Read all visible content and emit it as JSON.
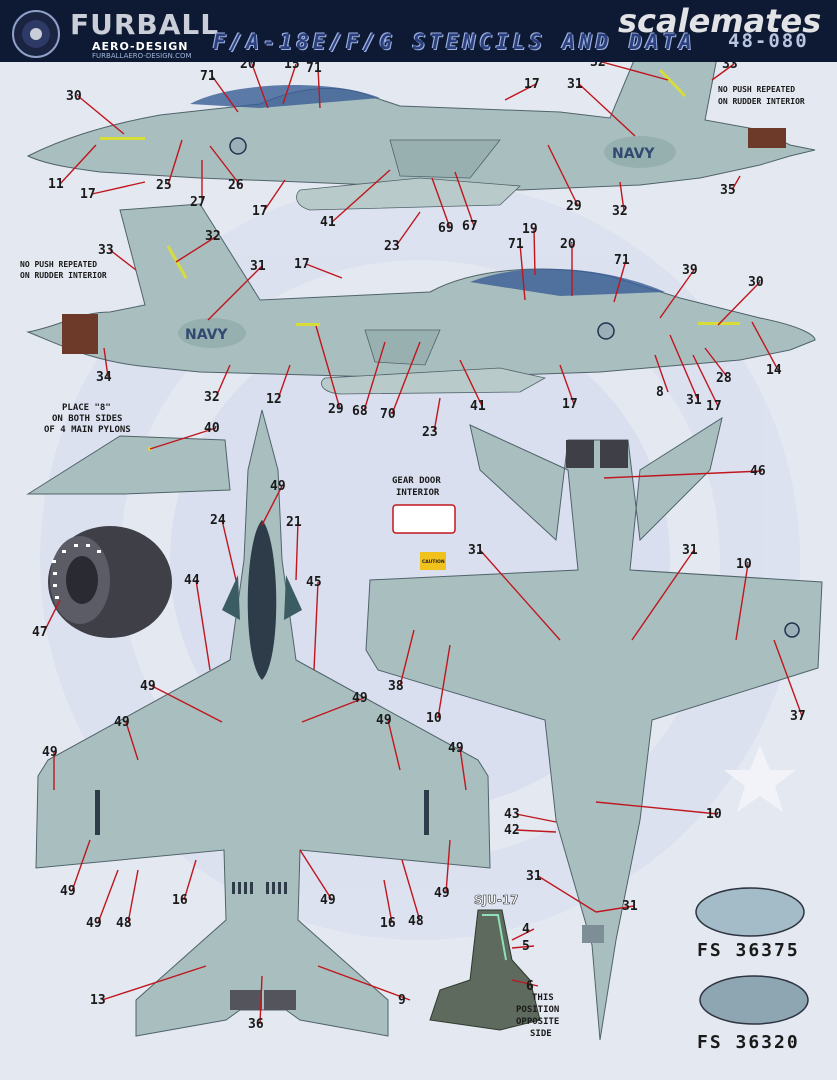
{
  "header": {
    "brand": "FURBALL",
    "brand_sub": "AERO-DESIGN",
    "brand_url": "FURBALLAERO-DESIGN.COM",
    "title": "F/A-18E/F/G STENCILS AND DATA",
    "sheet_number": "48-080",
    "watermark": "scalemates"
  },
  "colors": {
    "aircraft_gray": "#a9bfbf",
    "leader_red": "#c0161e",
    "header_navy": "#0e1a33",
    "background": "#e4e8f1",
    "fs36375": "#a4bcc8",
    "fs36320": "#8ea6b2"
  },
  "notes": {
    "rudder_top": [
      "NO PUSH REPEATED",
      "ON RUDDER INTERIOR"
    ],
    "rudder_left": [
      "NO PUSH REPEATED",
      "ON RUDDER INTERIOR"
    ],
    "pylon": [
      "PLACE \"8\"",
      "ON BOTH SIDES",
      "OF 4 MAIN PYLONS"
    ],
    "gear_door": [
      "GEAR DOOR",
      "INTERIOR"
    ],
    "gear_caution": "CAUTION",
    "seat_title": "SJU-17",
    "seat_note": [
      "THIS",
      "POSITION",
      "OPPOSITE",
      "SIDE"
    ],
    "navy_marking": "NAVY"
  },
  "swatches": [
    {
      "label": "FS 36375",
      "color": "#a4bcc8"
    },
    {
      "label": "FS 36320",
      "color": "#8ea6b2"
    }
  ],
  "callouts": {
    "top_side": [
      "71",
      "20",
      "15",
      "71",
      "17",
      "32",
      "33",
      "30",
      "31",
      "11",
      "17",
      "25",
      "27",
      "26",
      "17",
      "41",
      "23",
      "69",
      "67",
      "29",
      "32",
      "35"
    ],
    "middle_side": [
      "33",
      "32",
      "31",
      "17",
      "19",
      "71",
      "20",
      "71",
      "39",
      "30",
      "34",
      "32",
      "12",
      "29",
      "68",
      "70",
      "41",
      "17",
      "8",
      "31",
      "17",
      "28",
      "14",
      "23"
    ],
    "pylon": [
      "40"
    ],
    "plan_top": [
      "49",
      "24",
      "21",
      "44",
      "45",
      "49",
      "49",
      "49",
      "49",
      "49",
      "49",
      "49",
      "49",
      "48",
      "16",
      "49",
      "49",
      "16",
      "48",
      "13",
      "36",
      "9"
    ],
    "nozzle": [
      "47"
    ],
    "plan_bottom": [
      "46",
      "31",
      "31",
      "10",
      "38",
      "10",
      "37",
      "10",
      "43",
      "42",
      "31",
      "31"
    ],
    "seat": [
      "4",
      "5",
      "6"
    ]
  }
}
